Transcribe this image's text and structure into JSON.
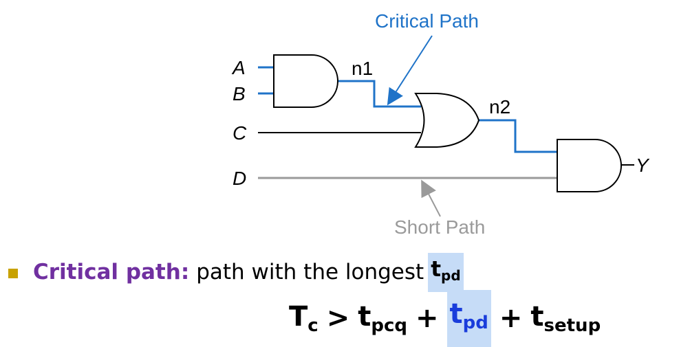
{
  "diagram": {
    "input_labels": [
      "A",
      "B",
      "C",
      "D"
    ],
    "output_label": "Y",
    "net_labels": [
      "n1",
      "n2"
    ],
    "critical_path_label": "Critical Path",
    "short_path_label": "Short Path",
    "colors": {
      "critical": "#1f73c8",
      "short": "#9a9a9a",
      "wire": "#000000"
    }
  },
  "bullet": {
    "term": "Critical path:",
    "description": "path with the longest",
    "symbol": {
      "base": "t",
      "sub": "pd"
    },
    "colors": {
      "term": "#7030a0",
      "bullet": "#c8a200",
      "highlight": "#c6dcf7"
    }
  },
  "equation": {
    "lhs": {
      "base": "T",
      "sub": "c"
    },
    "relation": ">",
    "terms": [
      {
        "base": "t",
        "sub": "pcq"
      },
      {
        "base": "t",
        "sub": "pd"
      },
      {
        "base": "t",
        "sub": "setup"
      }
    ],
    "operator": "+",
    "colors": {
      "highlighted_term": "#1a3ddb",
      "highlight": "#c6dcf7"
    }
  }
}
